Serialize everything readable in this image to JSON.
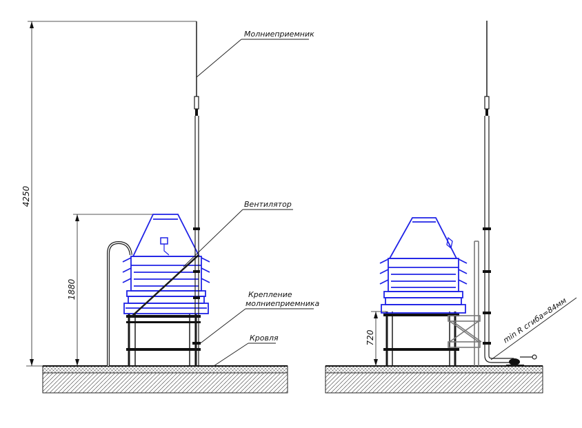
{
  "labels": {
    "lightning_rod": "Молниеприемник",
    "fan": "Вентилятор",
    "mount_line1": "Крепление",
    "mount_line2": "молниеприемника",
    "roof": "Кровля",
    "bend_radius": "min R сгиба=84мм"
  },
  "dimensions": {
    "total_height": "4250",
    "fan_height": "1880",
    "support_height": "720"
  },
  "colors": {
    "equipment": "#1f22e6",
    "lines": "#1b1b1b"
  }
}
